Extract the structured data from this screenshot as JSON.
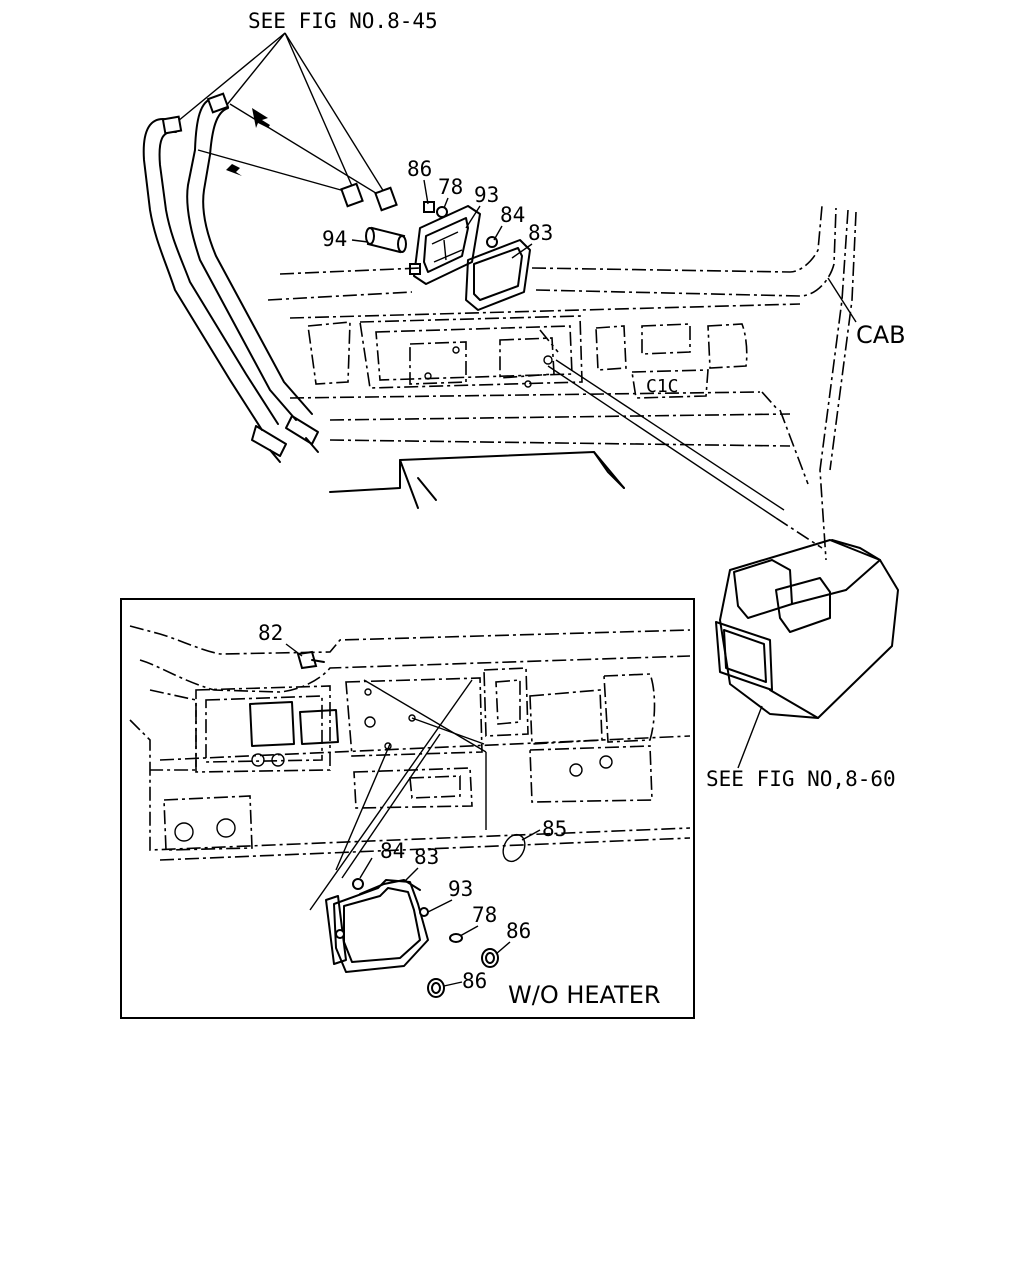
{
  "references": {
    "top": "SEE FIG NO.8-45",
    "side": "SEE FIG NO,8-60"
  },
  "labels": {
    "cab": "CAB",
    "inset_title": "W/O HEATER"
  },
  "callouts_upper": {
    "c86": "86",
    "c78": "78",
    "c93": "93",
    "c84": "84",
    "c83": "83",
    "c94": "94"
  },
  "callouts_inset": {
    "c82": "82",
    "c85": "85",
    "c84": "84",
    "c83": "83",
    "c93": "93",
    "c78": "78",
    "c86a": "86",
    "c86b": "86"
  },
  "panel_marking": "C1C"
}
